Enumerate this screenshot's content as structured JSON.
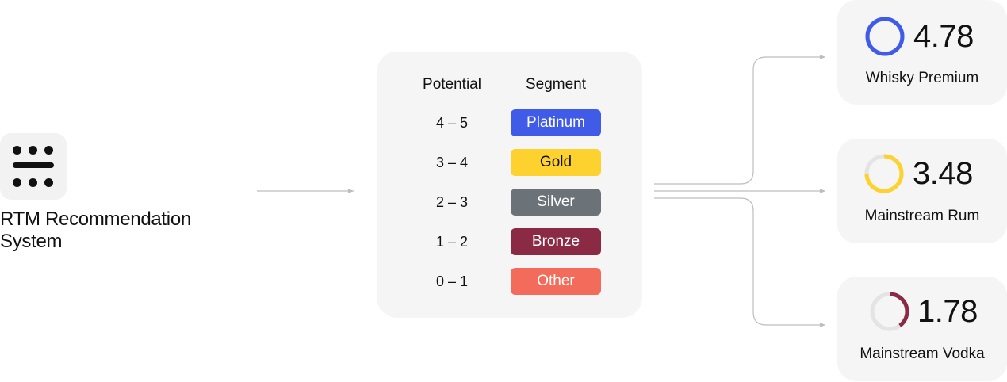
{
  "system": {
    "title": "RTM Recommendation System",
    "icon": "grid-dots-icon"
  },
  "segments_table": {
    "headers": {
      "potential": "Potential",
      "segment": "Segment"
    },
    "rows": [
      {
        "range": "4 – 5",
        "segment": "Platinum",
        "color": "#3f5be8",
        "text_color": "#ffffff"
      },
      {
        "range": "3 – 4",
        "segment": "Gold",
        "color": "#fdd22f",
        "text_color": "#111111"
      },
      {
        "range": "2 – 3",
        "segment": "Silver",
        "color": "#6c7378",
        "text_color": "#ffffff"
      },
      {
        "range": "1 – 2",
        "segment": "Bronze",
        "color": "#8a2a45",
        "text_color": "#ffffff"
      },
      {
        "range": "0 – 1",
        "segment": "Other",
        "color": "#f26b5b",
        "text_color": "#ffffff"
      }
    ]
  },
  "recommendations": [
    {
      "score": "4.78",
      "label": "Whisky Premium",
      "fraction": 1.0,
      "color": "#3f5be8"
    },
    {
      "score": "3.48",
      "label": "Mainstream Rum",
      "fraction": 0.75,
      "color": "#fdd22f"
    },
    {
      "score": "1.78",
      "label": "Mainstream Vodka",
      "fraction": 0.4,
      "color": "#8a2a45"
    }
  ],
  "colors": {
    "connector": "#bdbdbd",
    "ring_track": "#e4e4e4",
    "panel_bg": "#f5f5f5"
  }
}
